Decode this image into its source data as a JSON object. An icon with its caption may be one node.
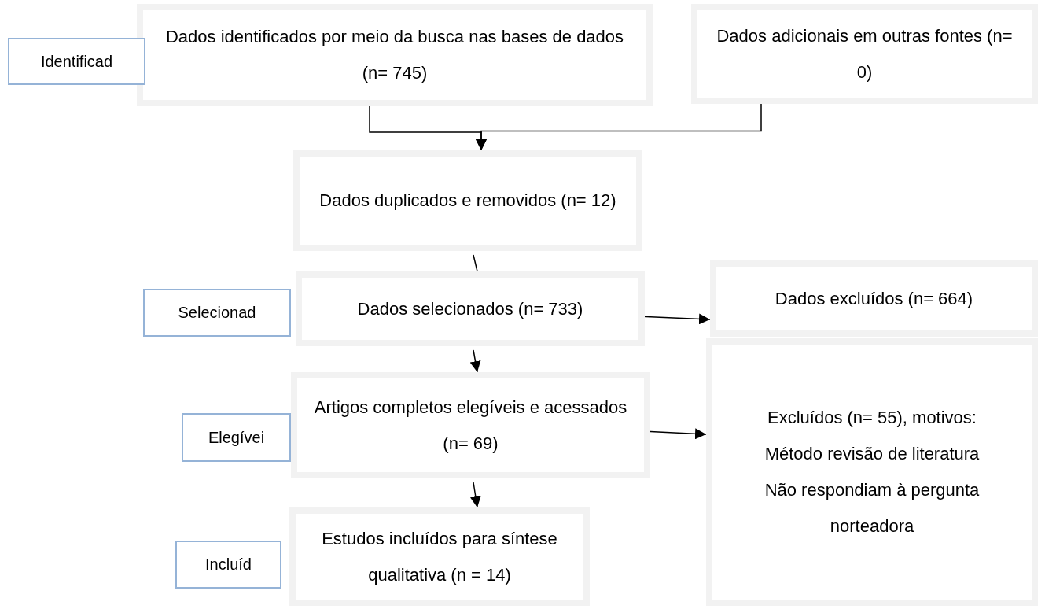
{
  "diagram": {
    "nodes": [
      {
        "text": [
          "Dados identificados por meio da busca nas bases de dados (n= 745)"
        ]
      },
      {
        "text": [
          "Dados adicionais em outras fontes (n= 0)"
        ]
      },
      {
        "text": [
          "Dados duplicados e removidos (n=  12)"
        ]
      },
      {
        "text": [
          "Dados selecionados (n= 733)"
        ]
      },
      {
        "text": [
          "Dados excluídos (n= 664)"
        ]
      },
      {
        "text": [
          "Artigos completos elegíveis e acessados (n= 69)"
        ]
      },
      {
        "text": [
          "Excluídos (n= 55), motivos:",
          "Método revisão de literatura",
          "Não respondiam à pergunta norteadora"
        ]
      },
      {
        "text": [
          "Estudos incluídos para síntese qualitativa (n = 14)"
        ]
      },
      {
        "text": [
          "Identificad"
        ]
      },
      {
        "text": [
          "Selecionad"
        ]
      },
      {
        "text": [
          "Elegívei"
        ]
      },
      {
        "text": [
          "Incluíd"
        ]
      }
    ],
    "edges": [
      {
        "from": 0,
        "to": 2,
        "arrow": "to"
      },
      {
        "from": 1,
        "to": 2,
        "arrow": "to"
      },
      {
        "from": 2,
        "to": 3,
        "arrow": "none"
      },
      {
        "from": 3,
        "to": 4,
        "arrow": "to"
      },
      {
        "from": 3,
        "to": 5,
        "arrow": "to"
      },
      {
        "from": 5,
        "to": 6,
        "arrow": "to"
      },
      {
        "from": 5,
        "to": 7,
        "arrow": "to"
      }
    ]
  }
}
